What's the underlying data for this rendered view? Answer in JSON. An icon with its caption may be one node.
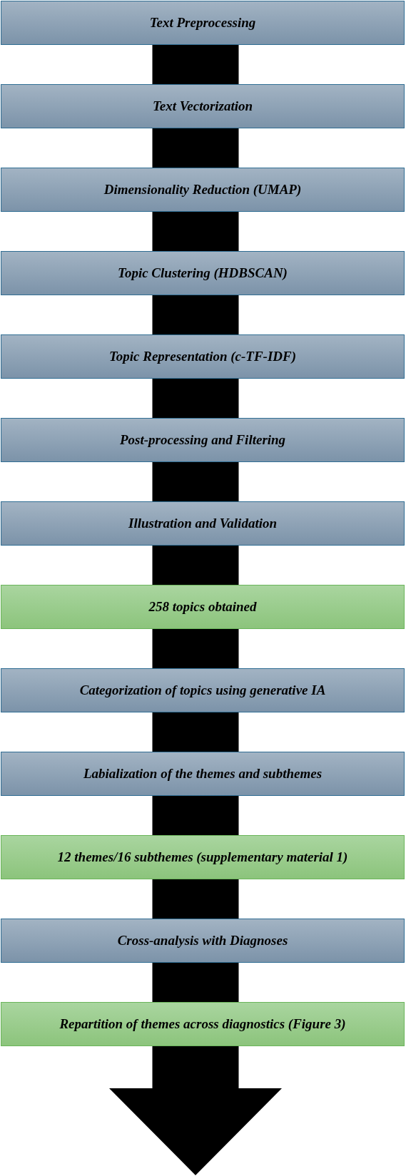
{
  "diagram": {
    "nodes": [
      {
        "text": [
          "Text Preprocessing"
        ]
      },
      {
        "text": [
          "Text Vectorization"
        ]
      },
      {
        "text": [
          "Dimensionality Reduction (UMAP)"
        ]
      },
      {
        "text": [
          "Topic Clustering (HDBSCAN)"
        ]
      },
      {
        "text": [
          "Topic Representation (c-TF-IDF)"
        ]
      },
      {
        "text": [
          "Post-processing and Filtering"
        ]
      },
      {
        "text": [
          "Illustration and Validation"
        ]
      },
      {
        "text": [
          "258 topics obtained"
        ]
      },
      {
        "text": [
          "Categorization of topics using generative IA"
        ]
      },
      {
        "text": [
          "Labialization of the themes and subthemes"
        ]
      },
      {
        "text": [
          "12 themes/16 subthemes (supplementary material 1)"
        ]
      },
      {
        "text": [
          "Cross-analysis with Diagnoses"
        ]
      },
      {
        "text": [
          "Repartition of themes across diagnostics (Figure 3)"
        ]
      }
    ],
    "edges": [
      {
        "from": 0,
        "to": 1,
        "arrow": "none"
      },
      {
        "from": 1,
        "to": 2,
        "arrow": "none"
      },
      {
        "from": 2,
        "to": 3,
        "arrow": "none"
      },
      {
        "from": 3,
        "to": 4,
        "arrow": "none"
      },
      {
        "from": 4,
        "to": 5,
        "arrow": "none"
      },
      {
        "from": 5,
        "to": 6,
        "arrow": "none"
      },
      {
        "from": 6,
        "to": 7,
        "arrow": "none"
      },
      {
        "from": 7,
        "to": 8,
        "arrow": "none"
      },
      {
        "from": 8,
        "to": 9,
        "arrow": "none"
      },
      {
        "from": 9,
        "to": 10,
        "arrow": "none"
      },
      {
        "from": 10,
        "to": 11,
        "arrow": "none"
      },
      {
        "from": 11,
        "to": 12,
        "arrow": "none"
      },
      {
        "from": 12,
        "to": null,
        "arrow": "to"
      }
    ]
  }
}
